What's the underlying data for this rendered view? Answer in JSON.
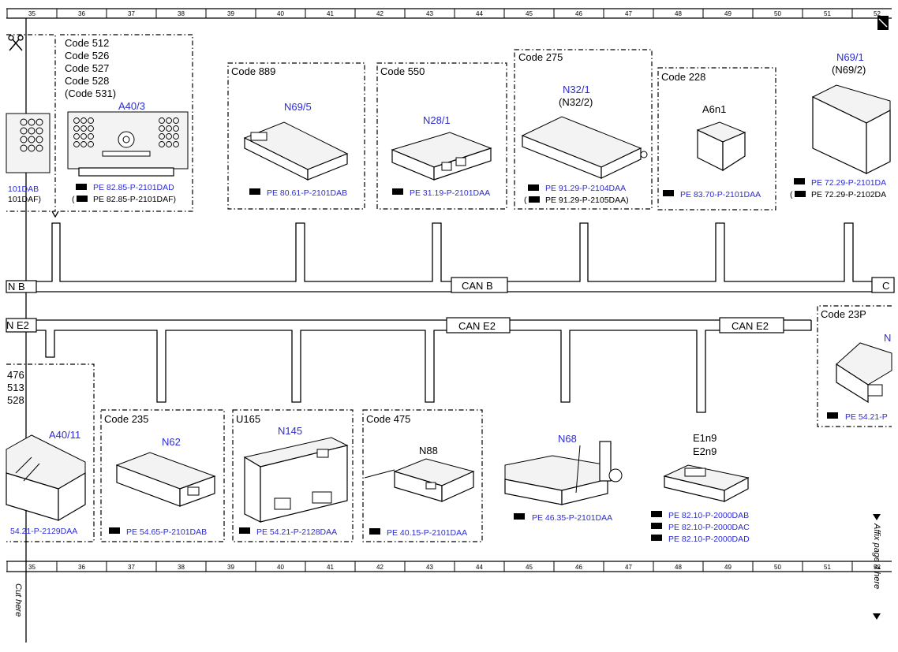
{
  "ruler": {
    "top": [
      "35",
      "36",
      "37",
      "38",
      "39",
      "40",
      "41",
      "42",
      "43",
      "44",
      "45",
      "46",
      "47",
      "48",
      "49",
      "50",
      "51",
      "52"
    ],
    "bottom": [
      "35",
      "36",
      "37",
      "38",
      "39",
      "40",
      "41",
      "42",
      "43",
      "44",
      "45",
      "46",
      "47",
      "48",
      "49",
      "50",
      "51",
      "52"
    ]
  },
  "bus": {
    "can_b_left": "N B",
    "can_b_mid": "CAN B",
    "can_b_right": "C",
    "can_e2_left": "N E2",
    "can_e2_mid": "CAN E2",
    "can_e2_right": "CAN E2"
  },
  "modules_top": {
    "partial_left": {
      "ref1": "101DAB",
      "ref2": "101DAF)"
    },
    "a40_3": {
      "codes": [
        "Code 512",
        "Code 526",
        "Code 527",
        "Code 528",
        "(Code 531)"
      ],
      "label": "A40/3",
      "ref1": "PE 82.85-P-2101DAD",
      "ref2": "PE 82.85-P-2101DAF)"
    },
    "n69_5": {
      "code": "Code 889",
      "label": "N69/5",
      "ref": "PE 80.61-P-2101DAB"
    },
    "n28_1": {
      "code": "Code 550",
      "label": "N28/1",
      "ref": "PE 31.19-P-2101DAA"
    },
    "n32_1": {
      "code": "Code 275",
      "label": "N32/1",
      "sub": "(N32/2)",
      "ref1": "PE 91.29-P-2104DAA",
      "ref2": "PE 91.29-P-2105DAA)"
    },
    "a6n1": {
      "code": "Code 228",
      "label": "A6n1",
      "ref": "PE 83.70-P-2101DAA"
    },
    "n69_1": {
      "label": "N69/1",
      "sub": "(N69/2)",
      "ref1": "PE 72.29-P-2101DA",
      "ref2": "PE 72.29-P-2102DA"
    }
  },
  "modules_bottom": {
    "a40_11": {
      "codes": [
        "476",
        "513",
        "528"
      ],
      "label": "A40/11",
      "ref": "54.21-P-2129DAA"
    },
    "n62": {
      "code": "Code 235",
      "label": "N62",
      "ref": "PE 54.65-P-2101DAB"
    },
    "n145": {
      "code": "U165",
      "label": "N145",
      "ref": "PE 54.21-P-2128DAA"
    },
    "n88": {
      "code": "Code 475",
      "label": "N88",
      "ref": "PE 40.15-P-2101DAA"
    },
    "n68": {
      "label": "N68",
      "ref": "PE 46.35-P-2101DAA"
    },
    "e1n9": {
      "label1": "E1n9",
      "label2": "E2n9",
      "refs": [
        "PE 82.10-P-2000DAB",
        "PE 82.10-P-2000DAC",
        "PE 82.10-P-2000DAD"
      ]
    },
    "code23p": {
      "code": "Code 23P",
      "label": "N",
      "ref": "PE 54.21-P"
    }
  },
  "margin": {
    "cut_here": "Cut here",
    "affix": "Affix page 4 here"
  },
  "colors": {
    "link": "#2b2bd6",
    "line": "#000000"
  }
}
